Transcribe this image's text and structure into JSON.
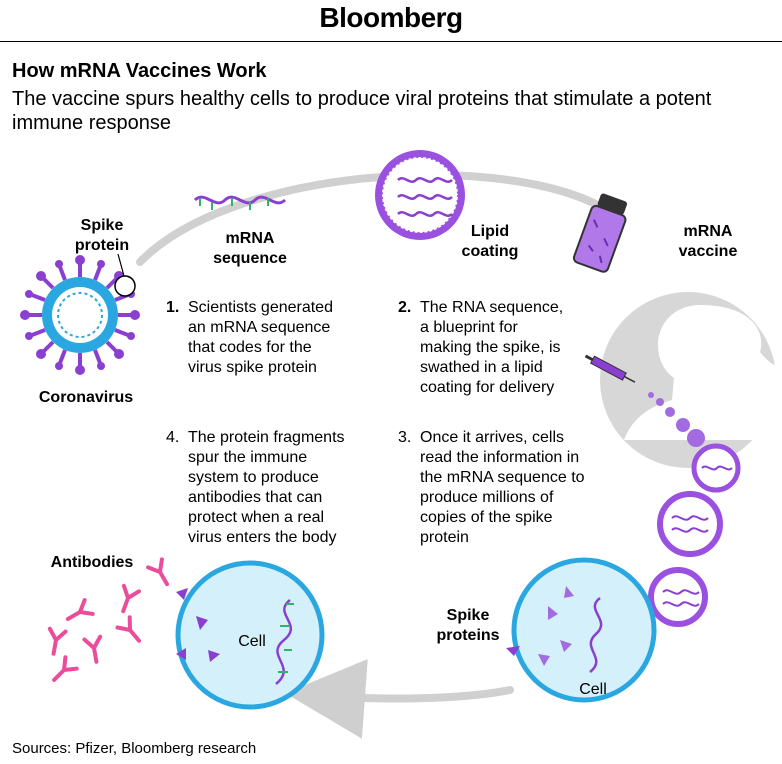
{
  "header": {
    "brand": "Bloomberg"
  },
  "title": "How mRNA Vaccines Work",
  "subtitle": "The vaccine spurs healthy cells to produce viral proteins that stimulate a potent immune response",
  "labels": {
    "spike_protein": [
      "Spike",
      "protein"
    ],
    "coronavirus": "Coronavirus",
    "mrna_sequence": [
      "mRNA",
      "sequence"
    ],
    "lipid_coating": [
      "Lipid",
      "coating"
    ],
    "mrna_vaccine": [
      "mRNA",
      "vaccine"
    ],
    "antibodies": "Antibodies",
    "cell": "Cell",
    "spike_proteins": [
      "Spike",
      "proteins"
    ]
  },
  "steps": [
    {
      "num": "1.",
      "lines": [
        "Scientists generated",
        "an mRNA sequence",
        "that codes for the",
        "virus spike protein"
      ]
    },
    {
      "num": "2.",
      "lines": [
        "The RNA sequence,",
        "a blueprint for",
        "making the spike, is",
        "swathed in a lipid",
        "coating for delivery"
      ]
    },
    {
      "num": "3.",
      "lines": [
        "Once it arrives, cells",
        "read the information in",
        "the mRNA sequence to",
        "produce millions of",
        "copies of the spike",
        "protein"
      ]
    },
    {
      "num": "4.",
      "lines": [
        "The protein fragments",
        "spur the immune",
        "system to produce",
        "antibodies that can",
        "protect when a real",
        "virus enters the body"
      ]
    }
  ],
  "source": "Sources: Pfizer, Bloomberg research",
  "colors": {
    "virus_purple": "#8a3fd0",
    "virus_blue": "#2aa7e0",
    "cell_fill": "#d4f0fb",
    "cell_border": "#2aa7e0",
    "antibody_pink": "#ea4d9c",
    "silhouette": "#d6d6d6",
    "loop_gray": "#cfcfcf"
  },
  "icons": [
    "coronavirus-icon",
    "mrna-strand-icon",
    "lipid-particle-icon",
    "vaccine-vial-icon",
    "person-silhouette-icon",
    "syringe-icon",
    "cell-icon",
    "antibody-icon"
  ]
}
